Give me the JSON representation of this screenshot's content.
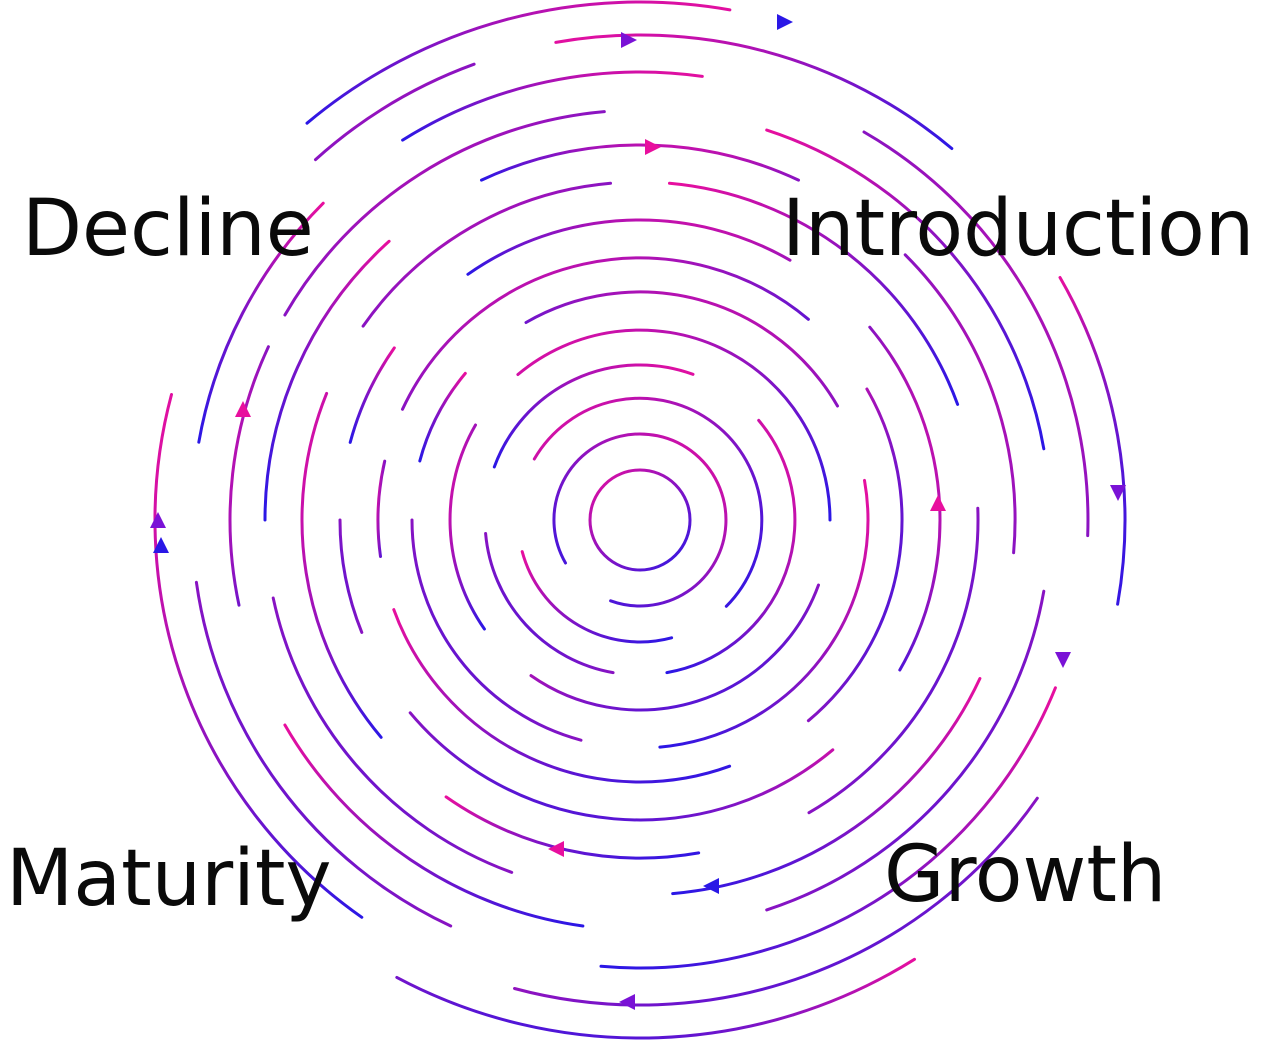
{
  "diagram": {
    "stages": [
      {
        "id": "decline",
        "label": "Decline"
      },
      {
        "id": "introduction",
        "label": "Introduction"
      },
      {
        "id": "maturity",
        "label": "Maturity"
      },
      {
        "id": "growth",
        "label": "Growth"
      }
    ],
    "colors": {
      "magenta": "#e80f9e",
      "blue": "#2a17e6",
      "purple": "#7a12d6"
    }
  }
}
